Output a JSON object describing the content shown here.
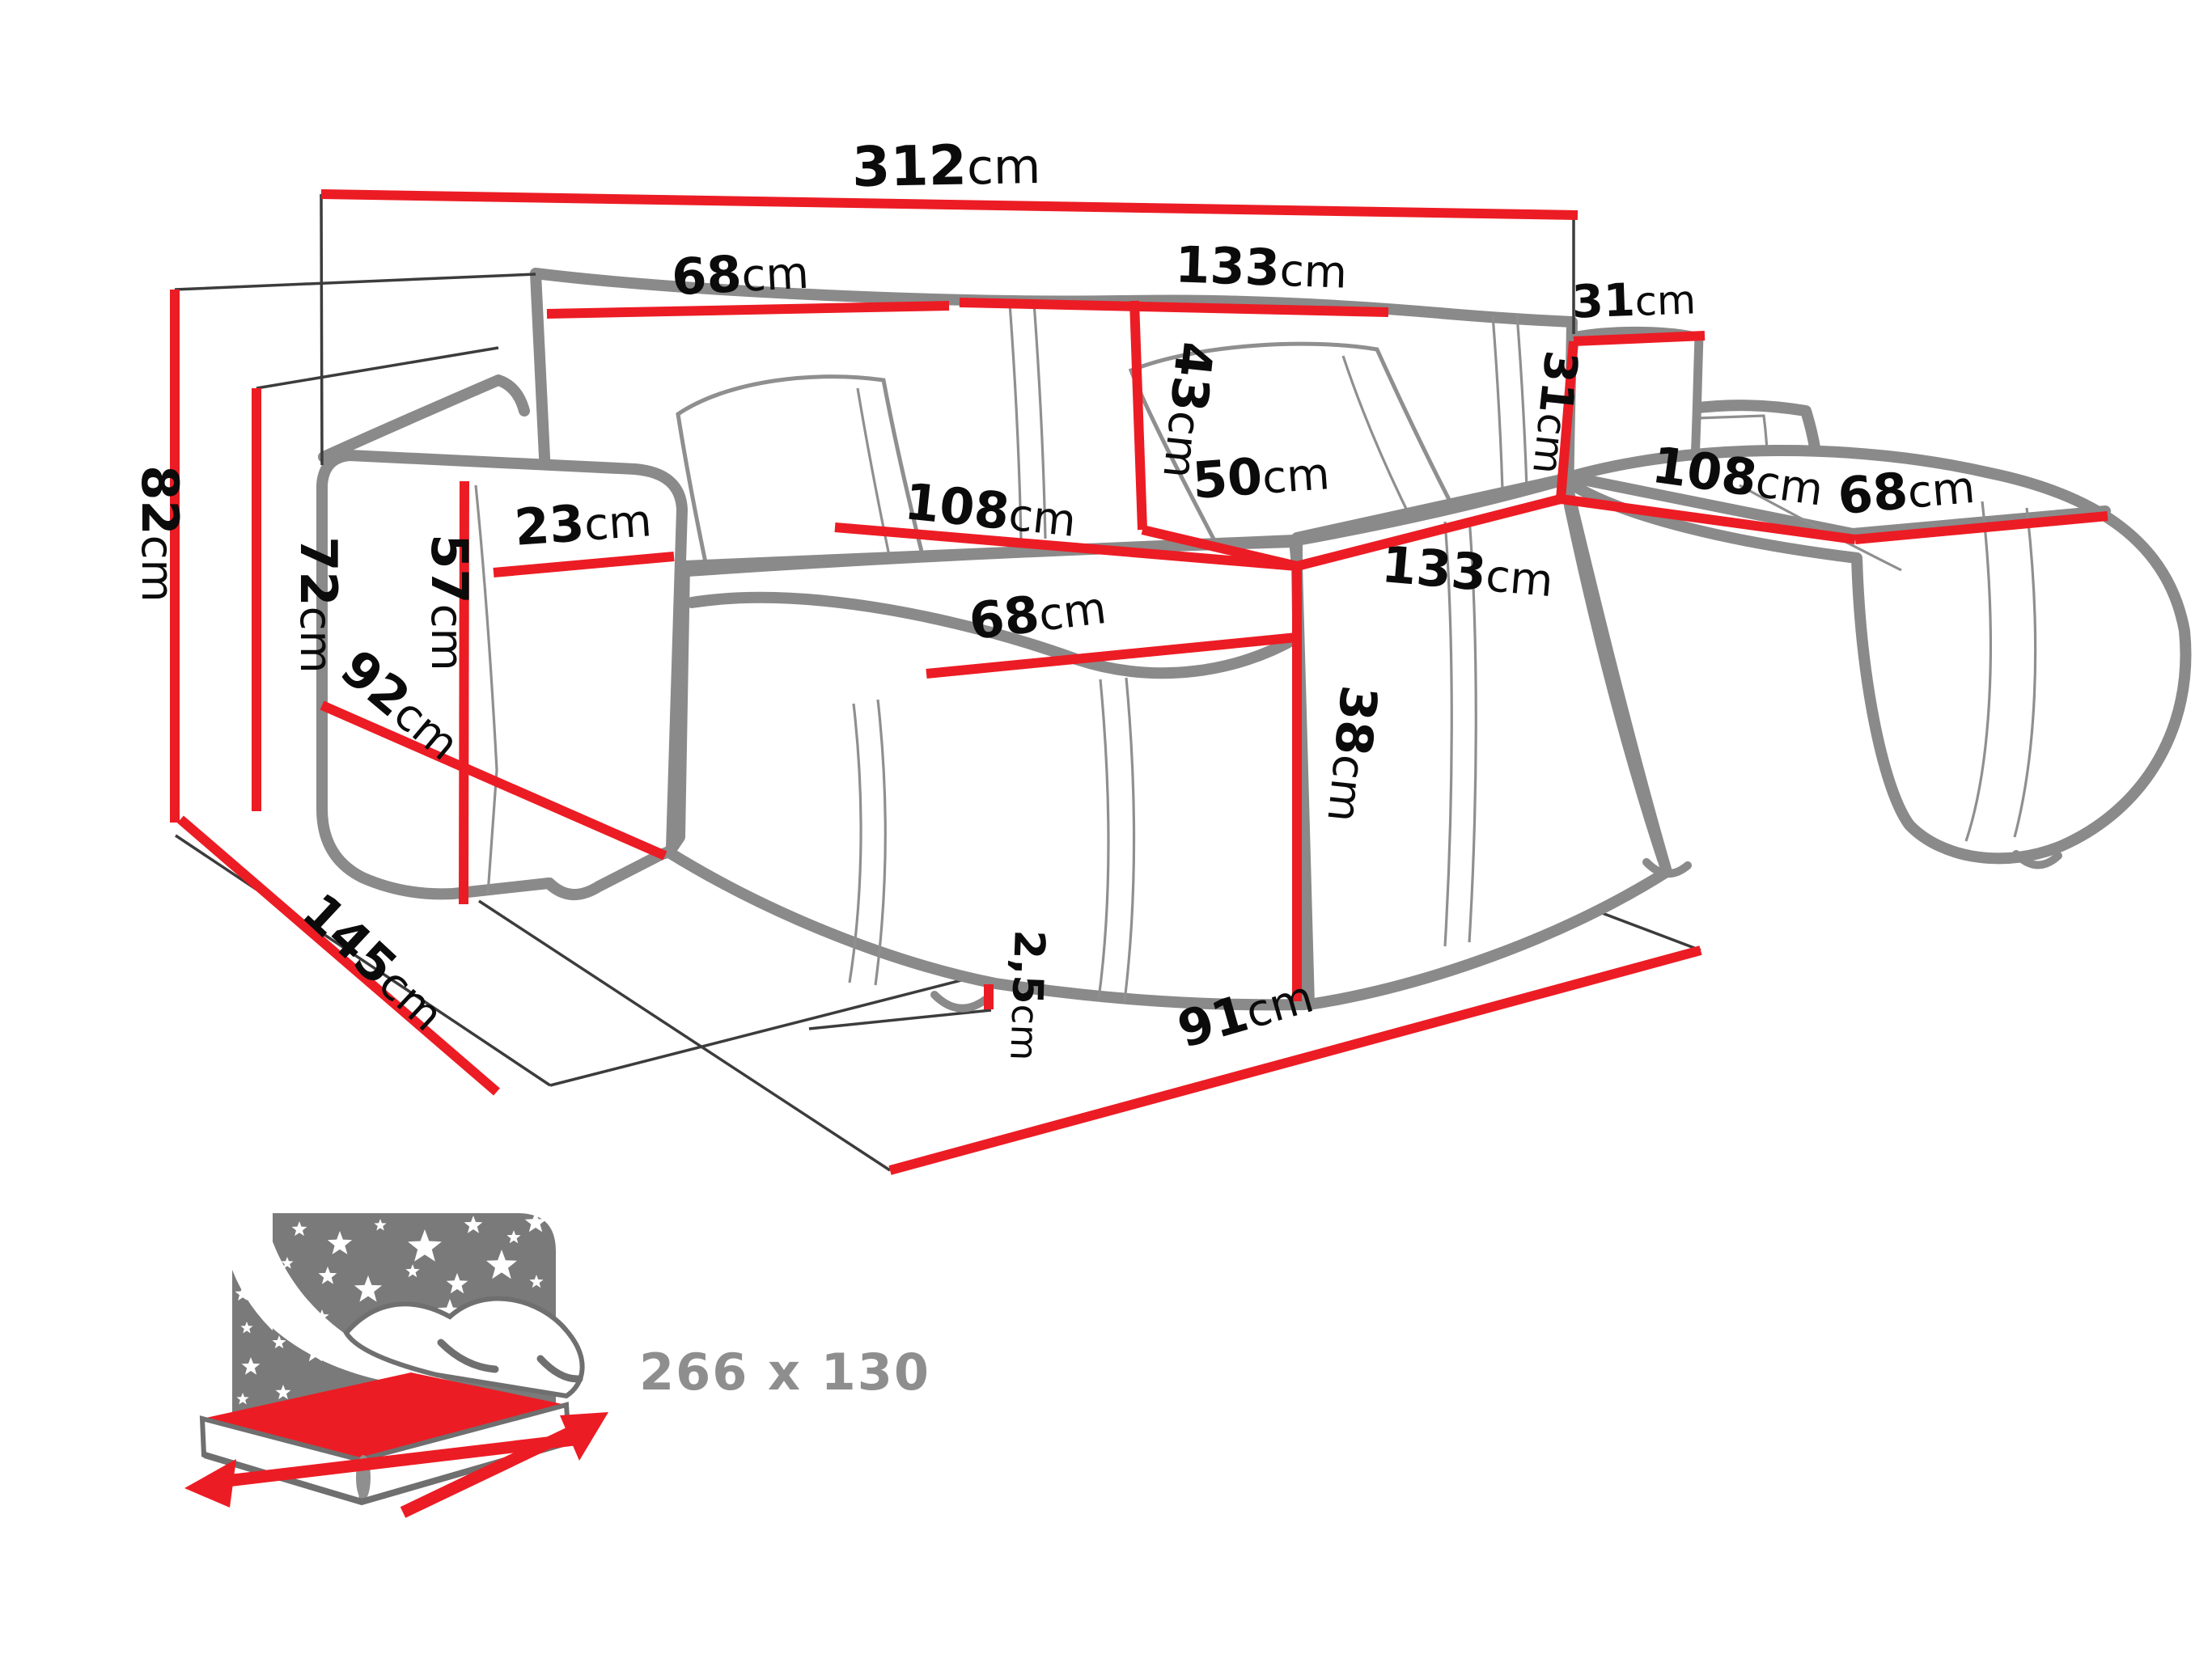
{
  "dimensions": {
    "total_width": {
      "num": "312",
      "unit": "cm"
    },
    "backrest_left_width": {
      "num": "68",
      "unit": "cm"
    },
    "backrest_middle_width": {
      "num": "133",
      "unit": "cm"
    },
    "corner_pillow_width": {
      "num": "31",
      "unit": "cm"
    },
    "backrest_cushion_height": {
      "num": "43",
      "unit": "cm"
    },
    "corner_pillow_height": {
      "num": "31",
      "unit": "cm"
    },
    "total_height": {
      "num": "82",
      "unit": "cm"
    },
    "backrest_height": {
      "num": "72",
      "unit": "cm"
    },
    "armrest_width": {
      "num": "23",
      "unit": "cm"
    },
    "armrest_height": {
      "num": "57",
      "unit": "cm"
    },
    "armrest_depth": {
      "num": "92",
      "unit": "cm"
    },
    "middle_seat_gap": {
      "num": "50",
      "unit": "cm"
    },
    "chaise_left_length": {
      "num": "108",
      "unit": "cm"
    },
    "chaise_left_width": {
      "num": "68",
      "unit": "cm"
    },
    "middle_seat_width": {
      "num": "133",
      "unit": "cm"
    },
    "chaise_right_length": {
      "num": "108",
      "unit": "cm"
    },
    "chaise_right_width": {
      "num": "68",
      "unit": "cm"
    },
    "seat_height": {
      "num": "38",
      "unit": "cm"
    },
    "total_depth": {
      "num": "145",
      "unit": "cm"
    },
    "leg_height": {
      "num": "2,5",
      "unit": "cm"
    },
    "front_width": {
      "num": "91",
      "unit": "cm"
    }
  },
  "sleeping_area": {
    "label": "266 x 130"
  },
  "icons": {
    "sleeping_function": "bed-sleep-icon"
  },
  "colors": {
    "dimension_red": "#ec1c24",
    "sofa_outline_gray": "#8a8a8a",
    "icon_gray": "#7a7a7a",
    "label_black": "#0b0b0b",
    "icon_text_gray": "#8e8e8e"
  }
}
